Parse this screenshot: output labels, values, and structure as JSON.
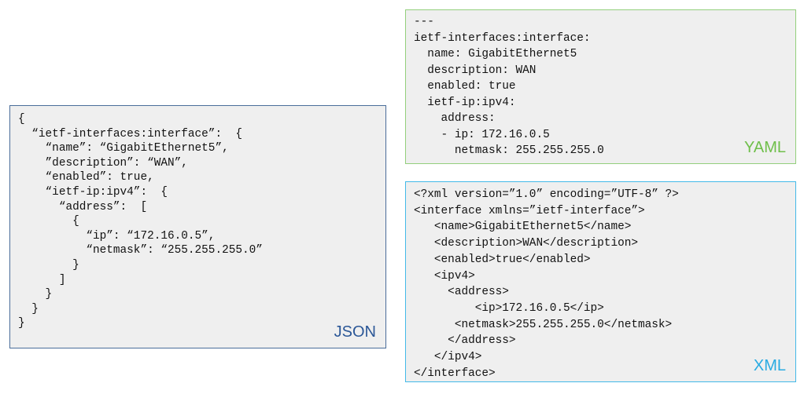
{
  "panels": {
    "json": {
      "label": "JSON",
      "label_color": "#2b5797",
      "border_color": "#4a6d9a",
      "code": "{\n  “ietf-interfaces:interface”:  {\n    “name”: “GigabitEthernet5”,\n    ”description”: “WAN”,\n    “enabled”: true,\n    “ietf-ip:ipv4”:  {\n      “address”:  [\n        {\n          “ip”: “172.16.0.5”,\n          “netmask”: “255.255.255.0”\n        }\n      ]\n    }\n  }\n}"
    },
    "yaml": {
      "label": "YAML",
      "label_color": "#6fbf4a",
      "border_color": "#93cf7c",
      "code": "---\nietf-interfaces:interface:\n  name: GigabitEthernet5\n  description: WAN\n  enabled: true\n  ietf-ip:ipv4:\n    address:\n    - ip: 172.16.0.5\n      netmask: 255.255.255.0"
    },
    "xml": {
      "label": "XML",
      "label_color": "#29abe2",
      "border_color": "#43b9e8",
      "code": "<?xml version=”1.0” encoding=”UTF-8” ?>\n<interface xmlns=”ietf-interface”>\n   <name>GigabitEthernet5</name>\n   <description>WAN</description>\n   <enabled>true</enabled>\n   <ipv4>\n     <address>\n         <ip>172.16.0.5</ip>\n      <netmask>255.255.255.0</netmask>\n     </address>\n   </ipv4>\n</interface>"
    }
  }
}
